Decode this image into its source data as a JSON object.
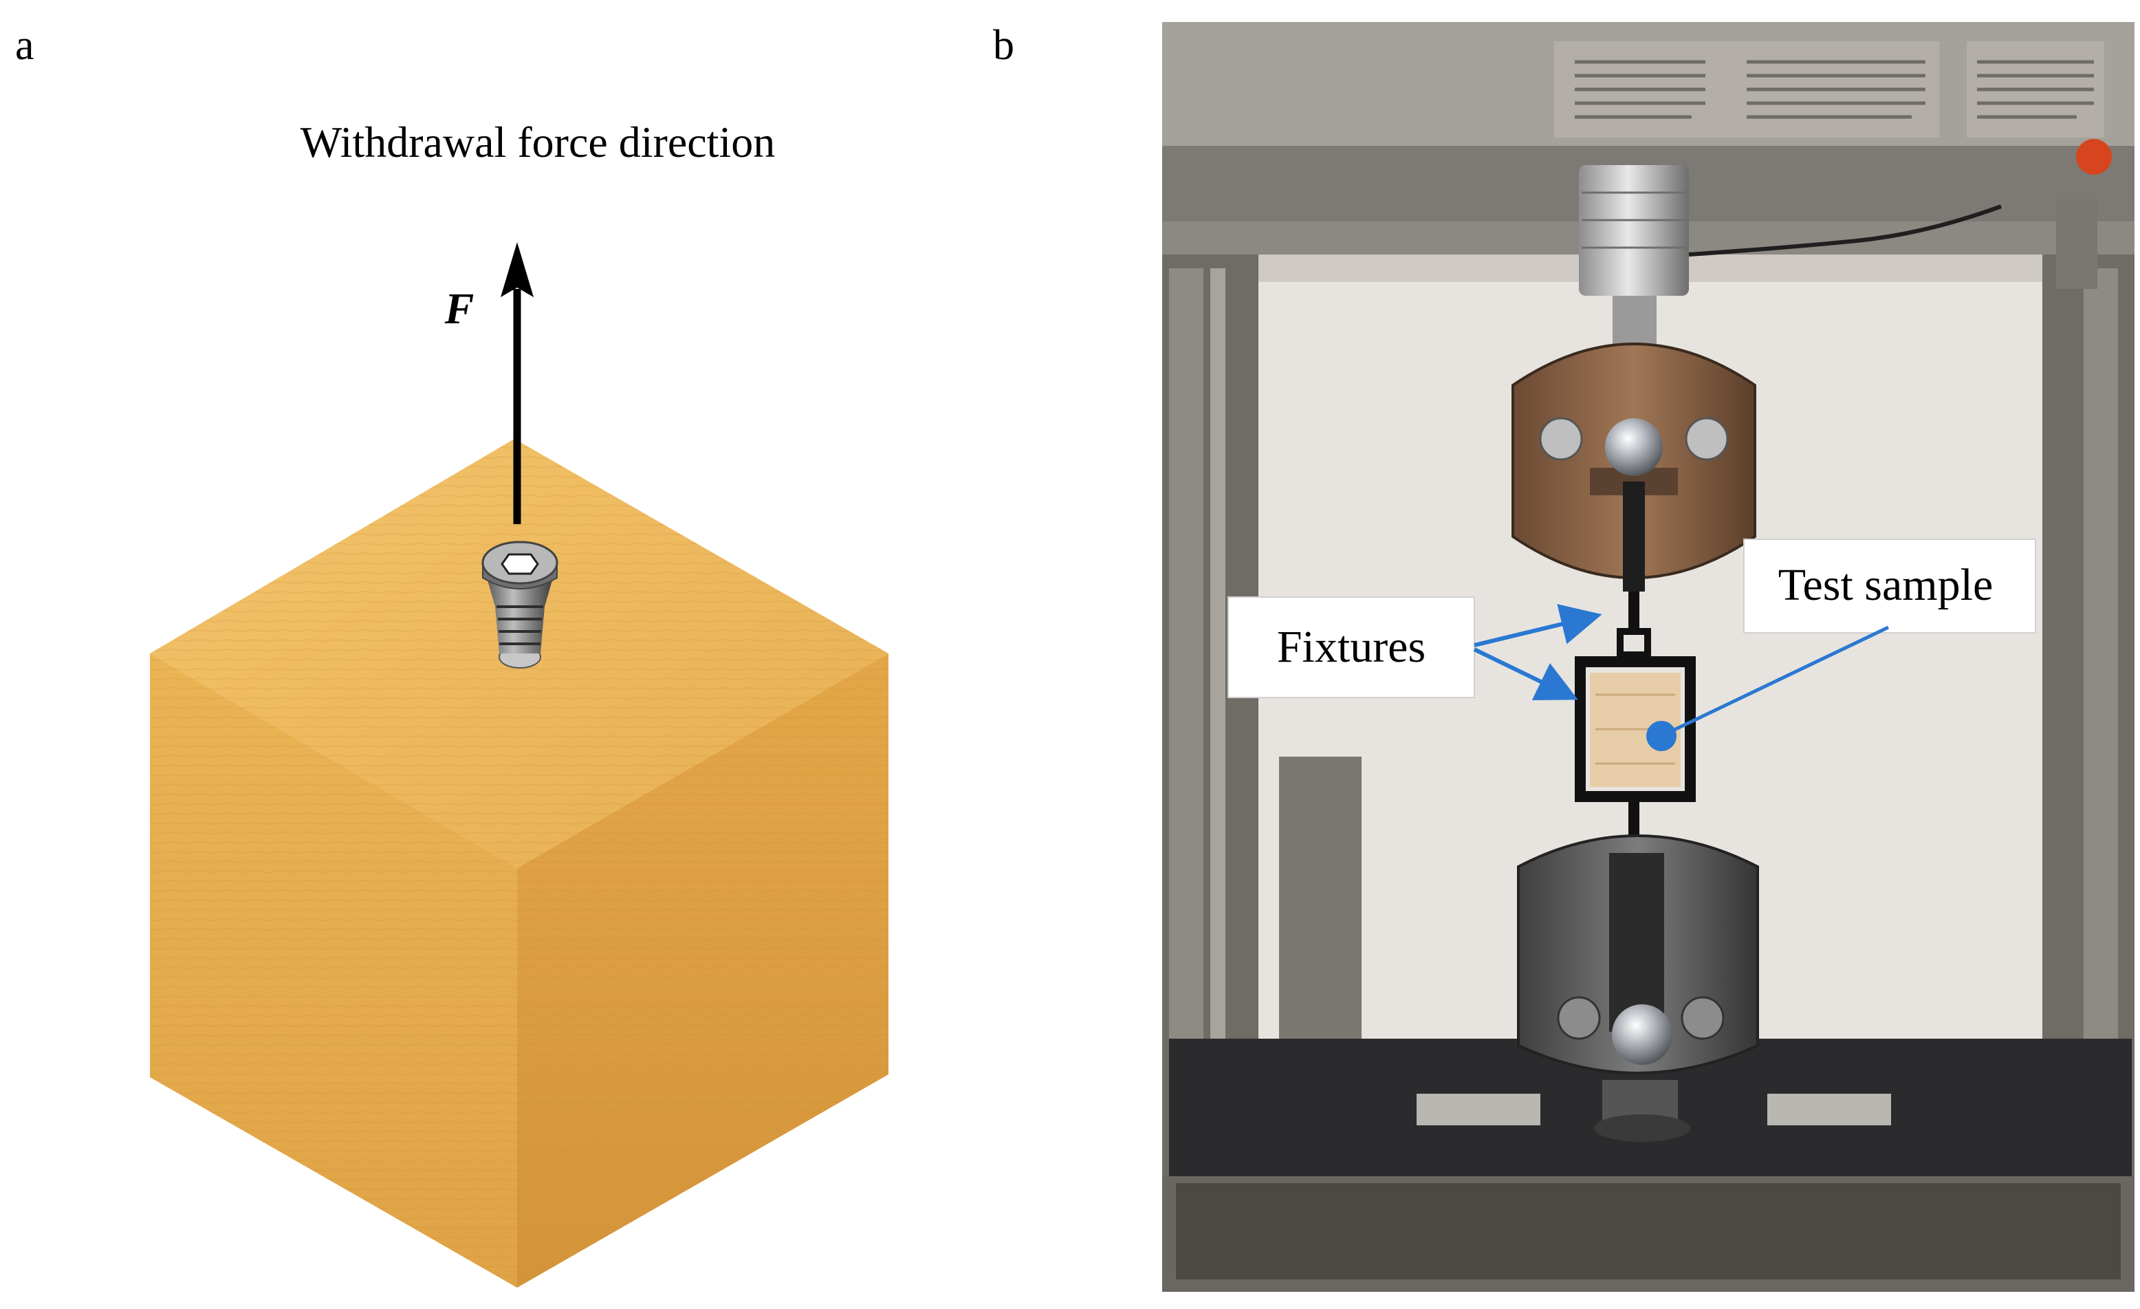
{
  "panel_a": {
    "label": "a",
    "title": "Withdrawal force direction",
    "force_symbol": "F",
    "wood_color_light": "#f0bd60",
    "wood_color_mid": "#e1a64a",
    "wood_color_dark": "#c98a32"
  },
  "panel_b": {
    "label": "b",
    "callout_fixtures": "Fixtures",
    "callout_test_sample": "Test sample",
    "arrow_color": "#2a78d2"
  }
}
